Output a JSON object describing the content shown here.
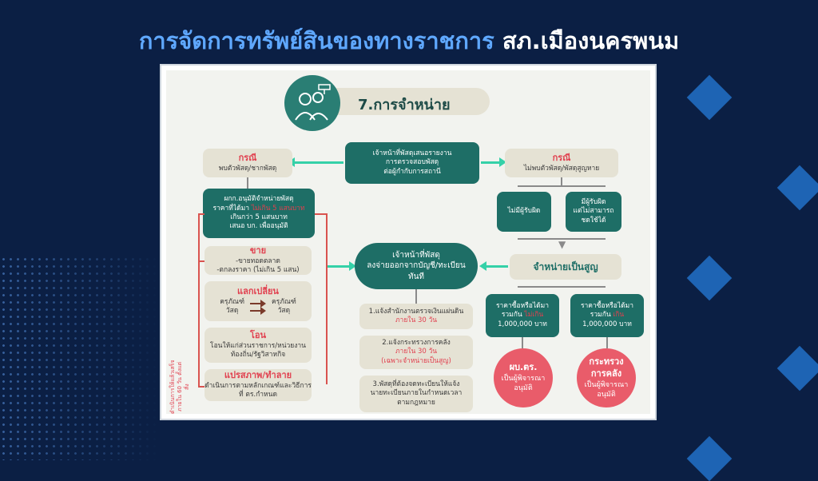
{
  "slide": {
    "title_blue": "การจัดการทรัพย์สินของทางราชการ",
    "title_white": "สภ.เมืองนครพนม"
  },
  "diagram": {
    "main_title": "7.การจำหน่าย",
    "top_center": [
      "เจ้าหน้าที่พัสดุเสนอรายงาน",
      "การตรวจสอบพัสดุ",
      "ต่อผู้กำกับการสถานี"
    ],
    "left_case": {
      "label": "กรณี",
      "text": "พบตัวพัสดุ/ชากพัสดุ"
    },
    "right_case": {
      "label": "กรณี",
      "text": "ไม่พบตัวพัสดุ/พัสดุสูญหาย"
    },
    "approve": {
      "line1": "ผกก.อนุมัติจำหน่ายพัสดุ",
      "line2_prefix": "ราคาที่ได้มา ",
      "line2_red": "ไม่เกิน 5 แสนบาท",
      "line3": "เกินกว่า 5 แสนบาท",
      "line4": "เสนอ บก. เพื่ออนุมัติ"
    },
    "no_liable": "ไม่มีผู้รับผิด",
    "liable": [
      "มีผู้รับผิด",
      "แต่ไม่สามารถ",
      "ชดใช้ได้"
    ],
    "methods": [
      {
        "title": "ขาย",
        "lines": [
          "-ขายทอดตลาด",
          "-ตกลงราคา (ไม่เกิน 5 แสน)"
        ]
      },
      {
        "title": "แลกเปลี่ยน",
        "pair_a": [
          "ครุภัณฑ์",
          "วัสดุ"
        ],
        "pair_b": [
          "ครุภัณฑ์",
          "วัสดุ"
        ]
      },
      {
        "title": "โอน",
        "lines": [
          "โอนให้แก่ส่วนราชการ/หน่วยงาน",
          "ท้องถิ่น/รัฐวิสาหกิจ"
        ]
      },
      {
        "title": "แปรสภาพ/ทำลาย",
        "lines": [
          "ดำเนินการตามหลักเกณฑ์และวิธีการ",
          "ที่ ตร.กำหนด"
        ]
      }
    ],
    "side_note": [
      "ดำเนินการให้แล้วเสร็จ",
      "ภายใน 60 วัน ตั้งแต่สั่ง"
    ],
    "center": [
      "เจ้าหน้าที่พัสดุ",
      "ลงจ่ายออกจากบัญชี/ทะเบียน",
      "ทันที"
    ],
    "write_off": "จำหน่ายเป็นสูญ",
    "steps": [
      {
        "line1": "1.แจ้งสำนักงานตรวจเงินแผ่นดิน",
        "red": "ภายใน 30 วัน"
      },
      {
        "line1": "2.แจ้งกระทรวงการคลัง",
        "red": "ภายใน 30 วัน",
        "red2": "(เฉพาะจำหน่ายเป็นสูญ)"
      },
      {
        "lines": [
          "3.พัสดุที่ต้องจดทะเบียนให้แจ้ง",
          "นายทะเบียนภายในกำหนดเวลา",
          "ตามกฎหมาย"
        ]
      }
    ],
    "price_left": {
      "line1": "ราคาซื้อหรือได้มา",
      "line2_prefix": "รวมกัน ",
      "line2_red": "ไม่เกิน",
      "line3": "1,000,000 บาท"
    },
    "price_right": {
      "line1": "ราคาซื้อหรือได้มา",
      "line2_prefix": "รวมกัน ",
      "line2_red": "เกิน",
      "line3": "1,000,000 บาท"
    },
    "authority_left": {
      "title": "ผบ.ตร.",
      "lines": [
        "เป็นผู้พิจารณา",
        "อนุมัติ"
      ]
    },
    "authority_right": {
      "title": [
        "กระทรวง",
        "การคลัง"
      ],
      "lines": [
        "เป็นผู้พิจารณา",
        "อนุมัติ"
      ]
    }
  },
  "colors": {
    "background": "#0b1f44",
    "title_blue": "#5fa8ff",
    "teal": "#1e6e66",
    "beige": "#e5e2d4",
    "accent_red": "#e1404f",
    "arrow_cyan": "#35d1a8",
    "diamond": "#1e64b4"
  }
}
